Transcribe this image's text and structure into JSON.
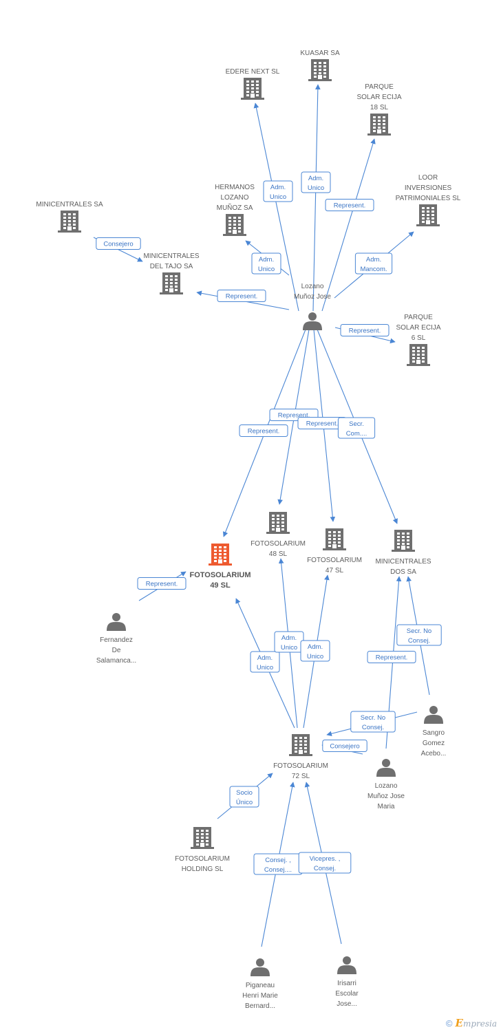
{
  "colors": {
    "edge": "#4a86d4",
    "building": "#6f6f6f",
    "building_focus": "#ee5a2f",
    "person": "#6f6f6f"
  },
  "nodes": [
    {
      "id": "edere",
      "type": "building",
      "lines": [
        "EDERE NEXT SL"
      ]
    },
    {
      "id": "kuasar",
      "type": "building",
      "lines": [
        "KUASAR SA"
      ]
    },
    {
      "id": "parque18",
      "type": "building",
      "lines": [
        "PARQUE",
        "SOLAR ECIJA",
        "18 SL"
      ]
    },
    {
      "id": "hermanos",
      "type": "building",
      "lines": [
        "HERMANOS",
        "LOZANO",
        "MUÑOZ SA"
      ]
    },
    {
      "id": "minicentrales_sa",
      "type": "building",
      "lines": [
        "MINICENTRALES SA"
      ]
    },
    {
      "id": "loor",
      "type": "building",
      "lines": [
        "LOOR",
        "INVERSIONES",
        "PATRIMONIALES SL"
      ]
    },
    {
      "id": "tajo",
      "type": "building",
      "lines": [
        "MINICENTRALES",
        "DEL TAJO SA"
      ]
    },
    {
      "id": "lozano",
      "type": "person",
      "lines": [
        "Lozano",
        "Muñoz Jose"
      ]
    },
    {
      "id": "parque6",
      "type": "building",
      "lines": [
        "PARQUE",
        "SOLAR ECIJA",
        "6 SL"
      ]
    },
    {
      "id": "foto48",
      "type": "building",
      "lines": [
        "FOTOSOLARIUM",
        "48 SL"
      ]
    },
    {
      "id": "foto47",
      "type": "building",
      "lines": [
        "FOTOSOLARIUM",
        "47 SL"
      ]
    },
    {
      "id": "foto49",
      "type": "building",
      "focus": true,
      "lines": [
        "FOTOSOLARIUM",
        "49 SL"
      ]
    },
    {
      "id": "minidos",
      "type": "building",
      "lines": [
        "MINICENTRALES",
        "DOS SA"
      ]
    },
    {
      "id": "fernandez",
      "type": "person",
      "lines": [
        "Fernandez",
        "De",
        "Salamanca..."
      ]
    },
    {
      "id": "sangro",
      "type": "person",
      "lines": [
        "Sangro",
        "Gomez",
        "Acebo..."
      ]
    },
    {
      "id": "foto72",
      "type": "building",
      "lines": [
        "FOTOSOLARIUM",
        "72 SL"
      ]
    },
    {
      "id": "lozanomaria",
      "type": "person",
      "lines": [
        "Lozano",
        "Muñoz Jose",
        "Maria"
      ]
    },
    {
      "id": "holding",
      "type": "building",
      "lines": [
        "FOTOSOLARIUM",
        "HOLDING  SL"
      ]
    },
    {
      "id": "piganeau",
      "type": "person",
      "lines": [
        "Piganeau",
        "Henri Marie",
        "Bernard..."
      ]
    },
    {
      "id": "irisarri",
      "type": "person",
      "lines": [
        "Irisarri",
        "Escolar",
        "Jose..."
      ]
    }
  ],
  "edges": [
    {
      "from": "lozano",
      "to": "edere",
      "label": [
        "Adm.",
        "Unico"
      ]
    },
    {
      "from": "lozano",
      "to": "kuasar",
      "label": [
        "Adm.",
        "Unico"
      ]
    },
    {
      "from": "lozano",
      "to": "parque18",
      "label": [
        "Represent."
      ]
    },
    {
      "from": "lozano",
      "to": "hermanos",
      "label": [
        "Adm.",
        "Unico"
      ]
    },
    {
      "from": "lozano",
      "to": "loor",
      "label": [
        "Adm.",
        "Mancom."
      ]
    },
    {
      "from": "minicentrales_sa",
      "to": "tajo",
      "label": [
        "Consejero"
      ]
    },
    {
      "from": "lozano",
      "to": "tajo",
      "label": [
        "Represent."
      ]
    },
    {
      "from": "lozano",
      "to": "parque6",
      "label": [
        "Represent."
      ]
    },
    {
      "from": "lozano",
      "to": "foto49",
      "label": [
        "Represent."
      ]
    },
    {
      "from": "lozano",
      "to": "foto48",
      "label": [
        "Represent."
      ]
    },
    {
      "from": "lozano",
      "to": "foto47",
      "label": [
        "Represent."
      ]
    },
    {
      "from": "lozano",
      "to": "minidos",
      "label": [
        "Secr.",
        "Com...."
      ]
    },
    {
      "from": "fernandez",
      "to": "foto49",
      "label": [
        "Represent."
      ]
    },
    {
      "from": "foto72",
      "to": "foto49",
      "label": [
        "Adm.",
        "Unico"
      ]
    },
    {
      "from": "foto72",
      "to": "foto48",
      "label": [
        "Adm.",
        "Unico"
      ]
    },
    {
      "from": "foto72",
      "to": "foto47",
      "label": [
        "Adm.",
        "Unico"
      ]
    },
    {
      "from": "sangro",
      "to": "minidos",
      "label": [
        "Secr.  No",
        "Consej."
      ]
    },
    {
      "from": "lozanomaria",
      "to": "minidos",
      "label": [
        "Represent."
      ]
    },
    {
      "from": "sangro",
      "to": "foto72",
      "label": [
        "Secr.  No",
        "Consej."
      ]
    },
    {
      "from": "lozanomaria",
      "to": "foto72",
      "label": [
        "Consejero"
      ]
    },
    {
      "from": "holding",
      "to": "foto72",
      "label": [
        "Socio",
        "Único"
      ]
    },
    {
      "from": "piganeau",
      "to": "foto72",
      "label": [
        "Consej. ,",
        "Consej...."
      ]
    },
    {
      "from": "irisarri",
      "to": "foto72",
      "label": [
        "Vicepres. ,",
        "Consej."
      ]
    }
  ],
  "footer": {
    "copyright": "©",
    "brand_initial": "E",
    "brand_rest": "mpresia"
  }
}
